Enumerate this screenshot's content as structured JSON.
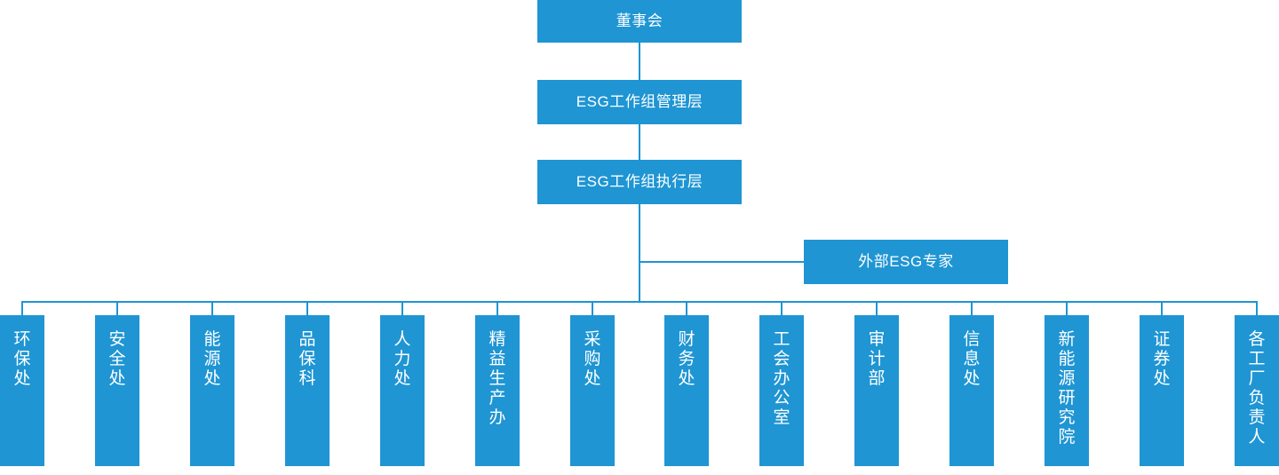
{
  "diagram": {
    "title_node": {
      "label": "董事会"
    },
    "accent_color": "#1f95d3",
    "text_color": "#ffffff",
    "background_color": "#ffffff",
    "hierarchy": [
      {
        "id": "board",
        "label": "董事会",
        "level": 1
      },
      {
        "id": "esg-management",
        "label": "ESG工作组管理层",
        "level": 2
      },
      {
        "id": "esg-execution",
        "label": "ESG工作组执行层",
        "level": 3
      },
      {
        "id": "external-expert",
        "label": "外部ESG专家",
        "level": 3,
        "side": "right"
      }
    ],
    "departments": [
      {
        "label": "环保处"
      },
      {
        "label": "安全处"
      },
      {
        "label": "能源处"
      },
      {
        "label": "品保科"
      },
      {
        "label": "人力处"
      },
      {
        "label": "精益生产办"
      },
      {
        "label": "采购处"
      },
      {
        "label": "财务处"
      },
      {
        "label": "工会办公室"
      },
      {
        "label": "审计部"
      },
      {
        "label": "信息处"
      },
      {
        "label": "新能源研究院"
      },
      {
        "label": "证券处"
      },
      {
        "label": "各工厂负责人"
      }
    ]
  }
}
